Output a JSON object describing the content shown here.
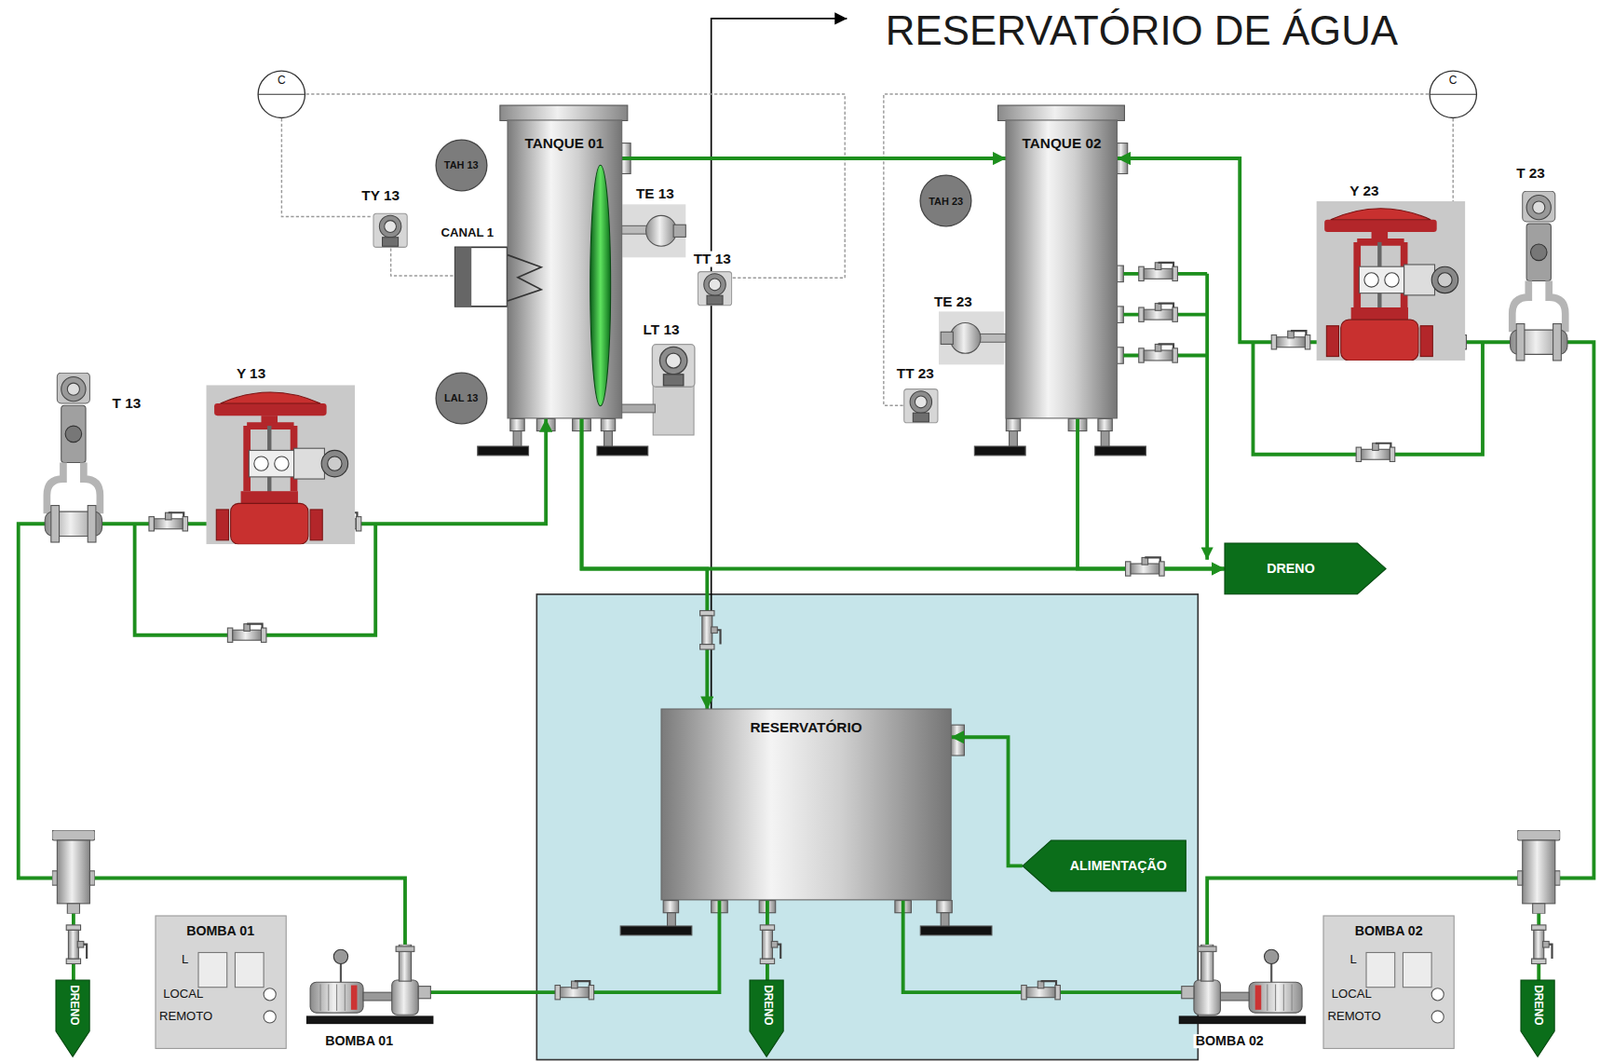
{
  "diagram": {
    "title": "RESERVATÓRIO DE ÁGUA",
    "nodes": [
      {
        "text": [
          "C"
        ]
      },
      {
        "text": [
          "TANQUE 01"
        ]
      },
      {
        "text": [
          "TANQUE 02"
        ]
      },
      {
        "text": [
          "C"
        ]
      },
      {
        "text": [
          "TAH 13"
        ]
      },
      {
        "text": [
          "TAH 23"
        ]
      },
      {
        "text": [
          "LAL 13"
        ]
      },
      {
        "text": [
          "DRENO"
        ]
      },
      {
        "text": [
          "RESERVATÓRIO"
        ]
      },
      {
        "text": [
          "ALIMENTAÇÃO"
        ]
      },
      {
        "text": [
          "DRENO"
        ]
      },
      {
        "text": [
          "BOMBA 01",
          "L",
          "LOCAL",
          "REMOTO"
        ]
      },
      {
        "text": [
          "DRENO"
        ]
      },
      {
        "text": [
          "BOMBA 02",
          "L",
          "LOCAL",
          "REMOTO"
        ]
      },
      {
        "text": [
          "DRENO"
        ]
      }
    ],
    "edges": [
      {
        "from": 1,
        "to": 2,
        "arrow": "to"
      },
      {
        "from": 9,
        "to": 8,
        "arrow": "to"
      },
      {
        "from": 1,
        "to": 7,
        "arrow": "to"
      },
      {
        "from": 2,
        "to": 7,
        "arrow": "to"
      },
      {
        "from": 1,
        "to": 8,
        "arrow": "to"
      },
      {
        "from": 8,
        "to": 1,
        "arrow": "to"
      },
      {
        "from": 8,
        "to": 2,
        "arrow": "to"
      },
      {
        "from": 8,
        "to": 12,
        "arrow": "none"
      }
    ],
    "labels": [
      "TY 13",
      "CANAL 1",
      "TE 13",
      "TT 13",
      "LT 13",
      "T 13",
      "Y 13",
      "TE 23",
      "TT 23",
      "Y 23",
      "T 23",
      "BOMBA 01",
      "BOMBA 02"
    ]
  }
}
